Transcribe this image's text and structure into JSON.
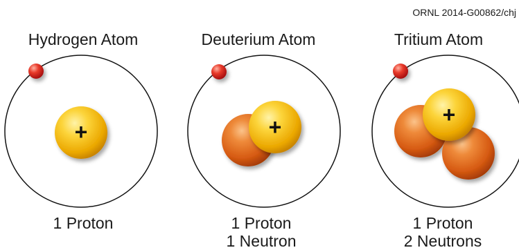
{
  "credit": "ORNL 2014-G00862/chj",
  "atoms": [
    {
      "title": "Hydrogen Atom",
      "caption_lines": [
        "1 Proton"
      ],
      "protons": 1,
      "neutrons": 0
    },
    {
      "title": "Deuterium Atom",
      "caption_lines": [
        "1 Proton",
        "1 Neutron"
      ],
      "protons": 1,
      "neutrons": 1
    },
    {
      "title": "Tritium Atom",
      "caption_lines": [
        "1 Proton",
        "2 Neutrons"
      ],
      "protons": 1,
      "neutrons": 2
    }
  ],
  "proton_symbol": "+",
  "colors": {
    "proton": "#f2b705",
    "neutron": "#e06418",
    "electron": "#e02828",
    "orbit": "#111111"
  }
}
